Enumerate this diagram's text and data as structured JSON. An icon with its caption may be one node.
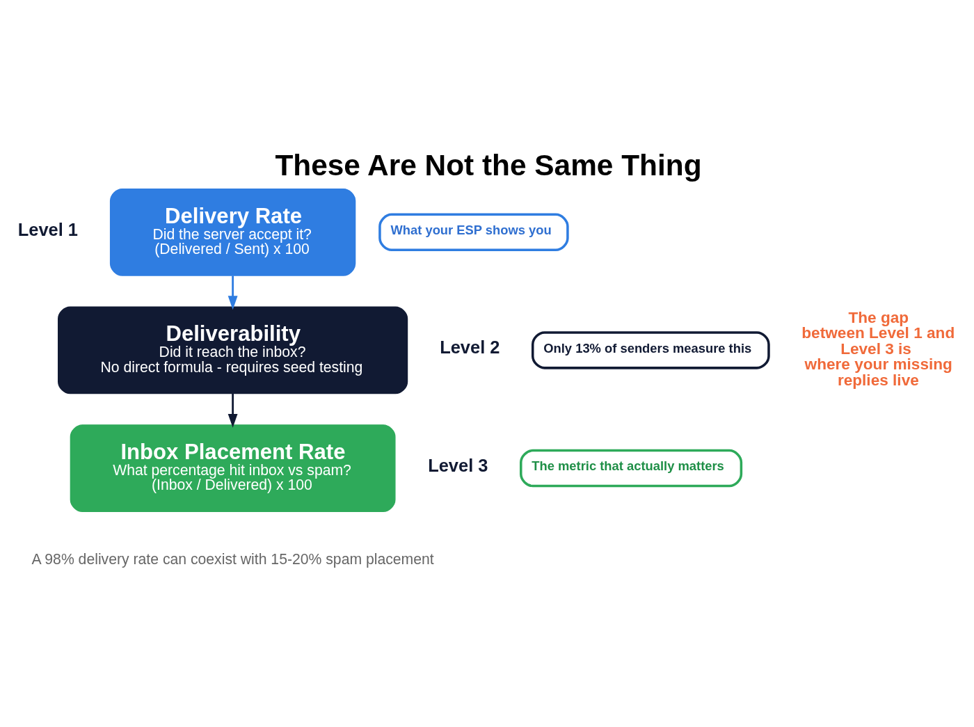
{
  "diagram": {
    "title": "These Are Not the Same Thing",
    "caption": "A 98% delivery rate can coexist with 15-20% spam placement",
    "nodes": [
      {
        "text": [
          "Delivery Rate",
          "Did the server accept it? (Delivered / Sent) x 100"
        ],
        "beside": [
          "Level 1"
        ]
      },
      {
        "text": [
          "What your ESP shows you"
        ]
      },
      {
        "text": [
          "Deliverability",
          "Did it reach the inbox? No direct formula - requires seed testing"
        ],
        "beside": [
          "Level 2"
        ]
      },
      {
        "text": [
          "Only 13% of senders measure this"
        ]
      },
      {
        "text": [
          "Inbox Placement Rate",
          "What percentage hit inbox vs spam? (Inbox / Delivered) x 100"
        ],
        "beside": [
          "Level 3"
        ]
      },
      {
        "text": [
          "The metric that actually matters"
        ]
      }
    ],
    "edges": [
      {
        "from": 0,
        "to": 2,
        "arrow": "to",
        "color": "#2f7de1"
      },
      {
        "from": 2,
        "to": 4,
        "arrow": "to",
        "color": "#111a33"
      }
    ],
    "labels": [
      "The gap between Level 1 and Level 3 is where your missing replies live"
    ]
  }
}
